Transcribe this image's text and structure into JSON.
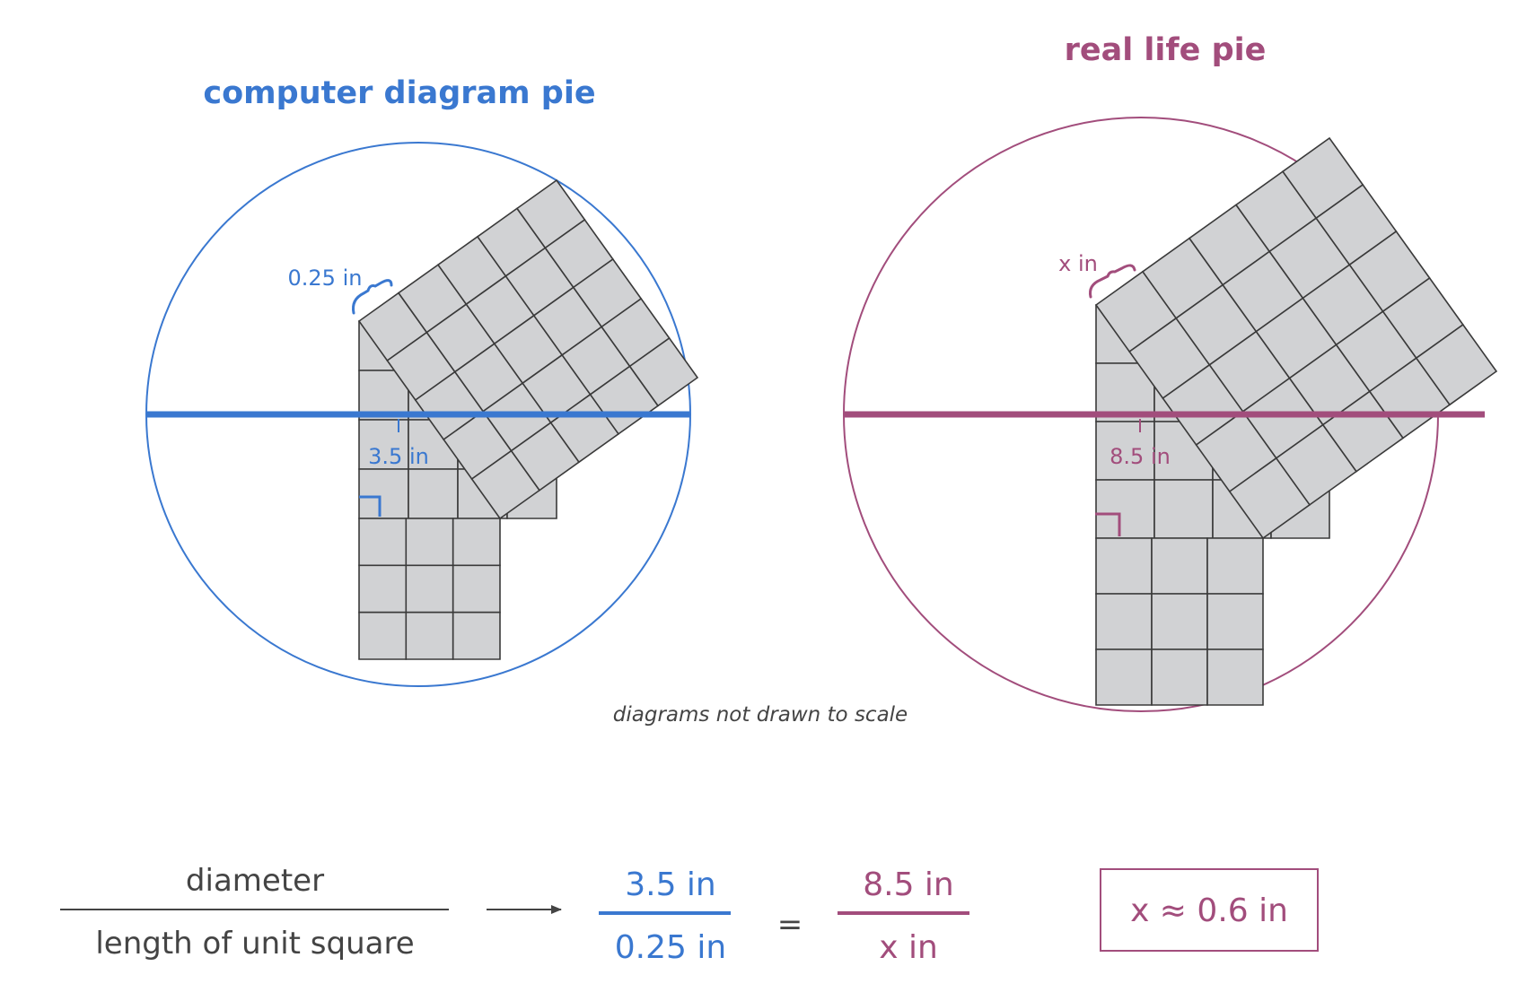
{
  "colors": {
    "blue": "#3a78d0",
    "magenta": "#a24d7c",
    "tile_fill": "#d1d2d4",
    "tile_stroke": "#3a3a3a",
    "text_dark": "#444444"
  },
  "left": {
    "title": "computer diagram pie",
    "diameter_label": "3.5 in",
    "unit_label": "0.25 in",
    "squares": {
      "small": 3,
      "medium": 4,
      "large": 5
    }
  },
  "right": {
    "title": "real life pie",
    "diameter_label": "8.5 in",
    "unit_label": "x in",
    "squares": {
      "small": 3,
      "medium": 4,
      "large": 5
    }
  },
  "note": "diagrams not drawn to scale",
  "equation": {
    "ratio_numerator": "diameter",
    "ratio_denominator": "length of unit square",
    "left_numerator": "3.5 in",
    "left_denominator": "0.25 in",
    "equals": "=",
    "right_numerator": "8.5 in",
    "right_denominator": "x in",
    "result": "x ≈ 0.6 in"
  }
}
